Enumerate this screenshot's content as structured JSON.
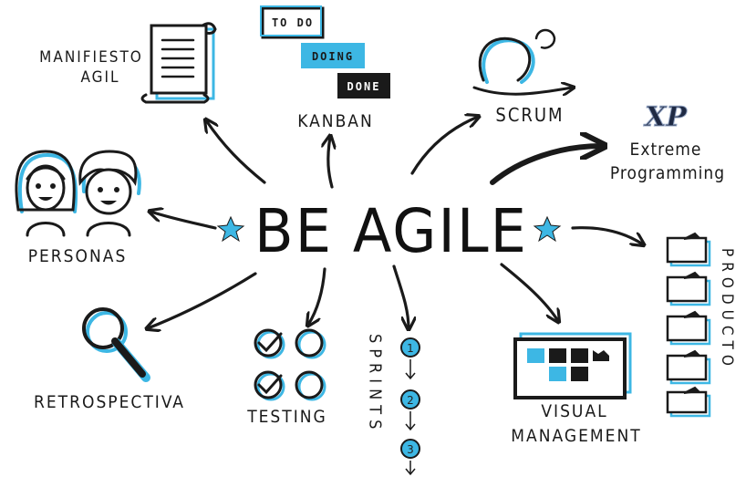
{
  "center": {
    "title": "BE AGILE"
  },
  "kanban": {
    "todo": "TO DO",
    "doing": "DOING",
    "done": "DONE",
    "label": "KANBAN"
  },
  "manifesto": {
    "line1": "MANIFIESTO",
    "line2": "AGIL"
  },
  "scrum": {
    "label": "SCRUM"
  },
  "xp": {
    "logo": "XP",
    "line1": "Extreme",
    "line2": "Programming"
  },
  "personas": {
    "label": "PERSONAS"
  },
  "retrospectiva": {
    "label": "RETROSPECTIVA"
  },
  "testing": {
    "label": "TESTING"
  },
  "sprints": {
    "label": "SPRINTS",
    "steps": [
      "1",
      "2",
      "3"
    ]
  },
  "visual": {
    "line1": "VISUAL",
    "line2": "MANAGEMENT"
  },
  "producto": {
    "label": "PRODUCTO"
  },
  "colors": {
    "accent": "#3db7e4",
    "ink": "#1a1a1a",
    "background": "#ffffff"
  }
}
